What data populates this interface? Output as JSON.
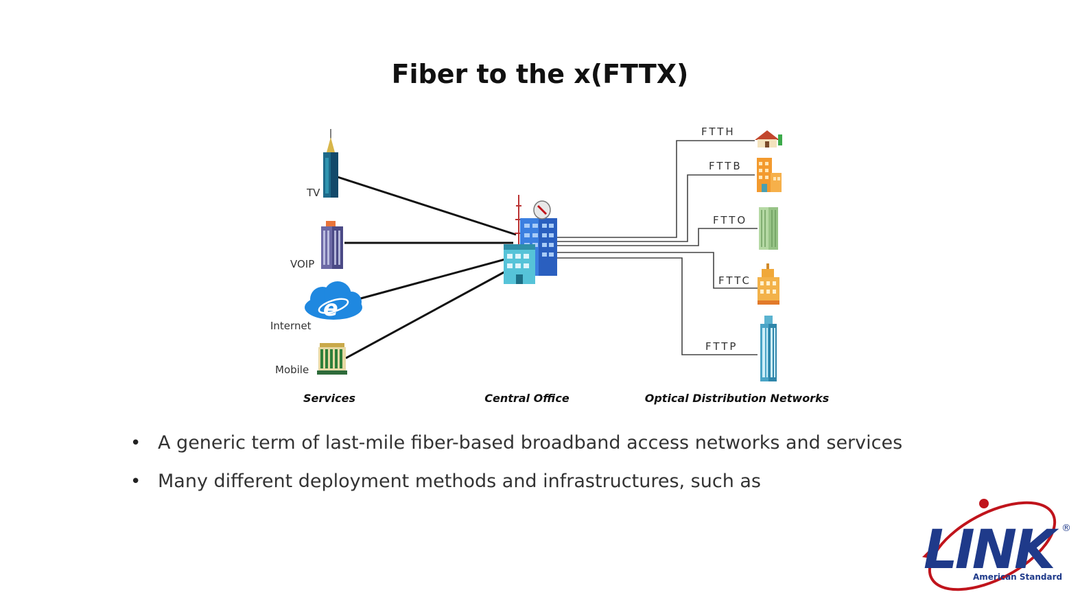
{
  "title": "Fiber to the x(FTTX)",
  "services": [
    {
      "label": "TV",
      "icon": "tower-building-icon"
    },
    {
      "label": "VOIP",
      "icon": "skyscraper-icon"
    },
    {
      "label": "Internet",
      "icon": "internet-cloud-icon"
    },
    {
      "label": "Mobile",
      "icon": "columned-building-icon"
    }
  ],
  "networks": [
    {
      "label": "FTTH",
      "icon": "house-icon"
    },
    {
      "label": "FTTB",
      "icon": "apartment-building-icon"
    },
    {
      "label": "FTTO",
      "icon": "office-tower-icon"
    },
    {
      "label": "FTTC",
      "icon": "curb-building-icon"
    },
    {
      "label": "FTTP",
      "icon": "premises-tower-icon"
    }
  ],
  "captions": {
    "services": "Services",
    "central_office": "Central Office",
    "odn": "Optical Distribution Networks"
  },
  "bullets": [
    "A generic term of last-mile fiber-based broadband access networks and services",
    "Many different deployment methods and infrastructures, such as"
  ],
  "logo": {
    "name": "LINK",
    "tagline": "American Standard",
    "registered": "®",
    "colors": {
      "primary": "#1f3a8a",
      "accent": "#c0141c"
    }
  }
}
